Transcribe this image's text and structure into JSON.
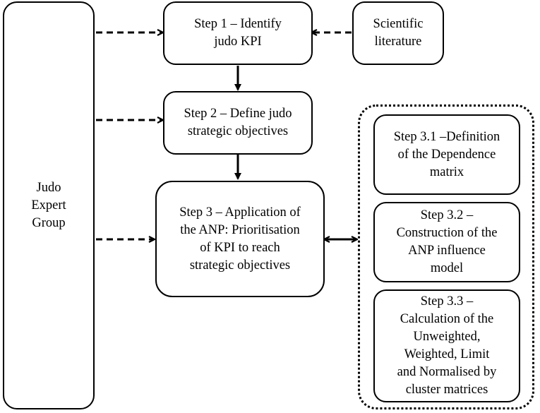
{
  "diagram": {
    "expert_group": {
      "lines": [
        "Judo",
        "Expert",
        "Group"
      ]
    },
    "step1": {
      "lines": [
        "Step 1 – Identify",
        "judo KPI"
      ]
    },
    "literature": {
      "lines": [
        "Scientific",
        "literature"
      ]
    },
    "step2": {
      "lines": [
        "Step 2 – Define judo",
        "strategic objectives"
      ]
    },
    "step3": {
      "lines": [
        "Step 3 – Application of",
        "the ANP: Prioritisation",
        "of KPI to reach",
        "strategic objectives"
      ]
    },
    "step3_1": {
      "lines": [
        "Step 3.1 –Definition",
        "of the Dependence",
        "matrix"
      ]
    },
    "step3_2": {
      "lines": [
        "Step 3.2 –",
        "Construction of the",
        "ANP influence",
        "model"
      ]
    },
    "step3_3": {
      "lines": [
        "Step 3.3 –",
        "Calculation of the",
        "Unweighted,",
        "Weighted, Limit",
        "and Normalised by",
        "cluster matrices"
      ]
    }
  }
}
